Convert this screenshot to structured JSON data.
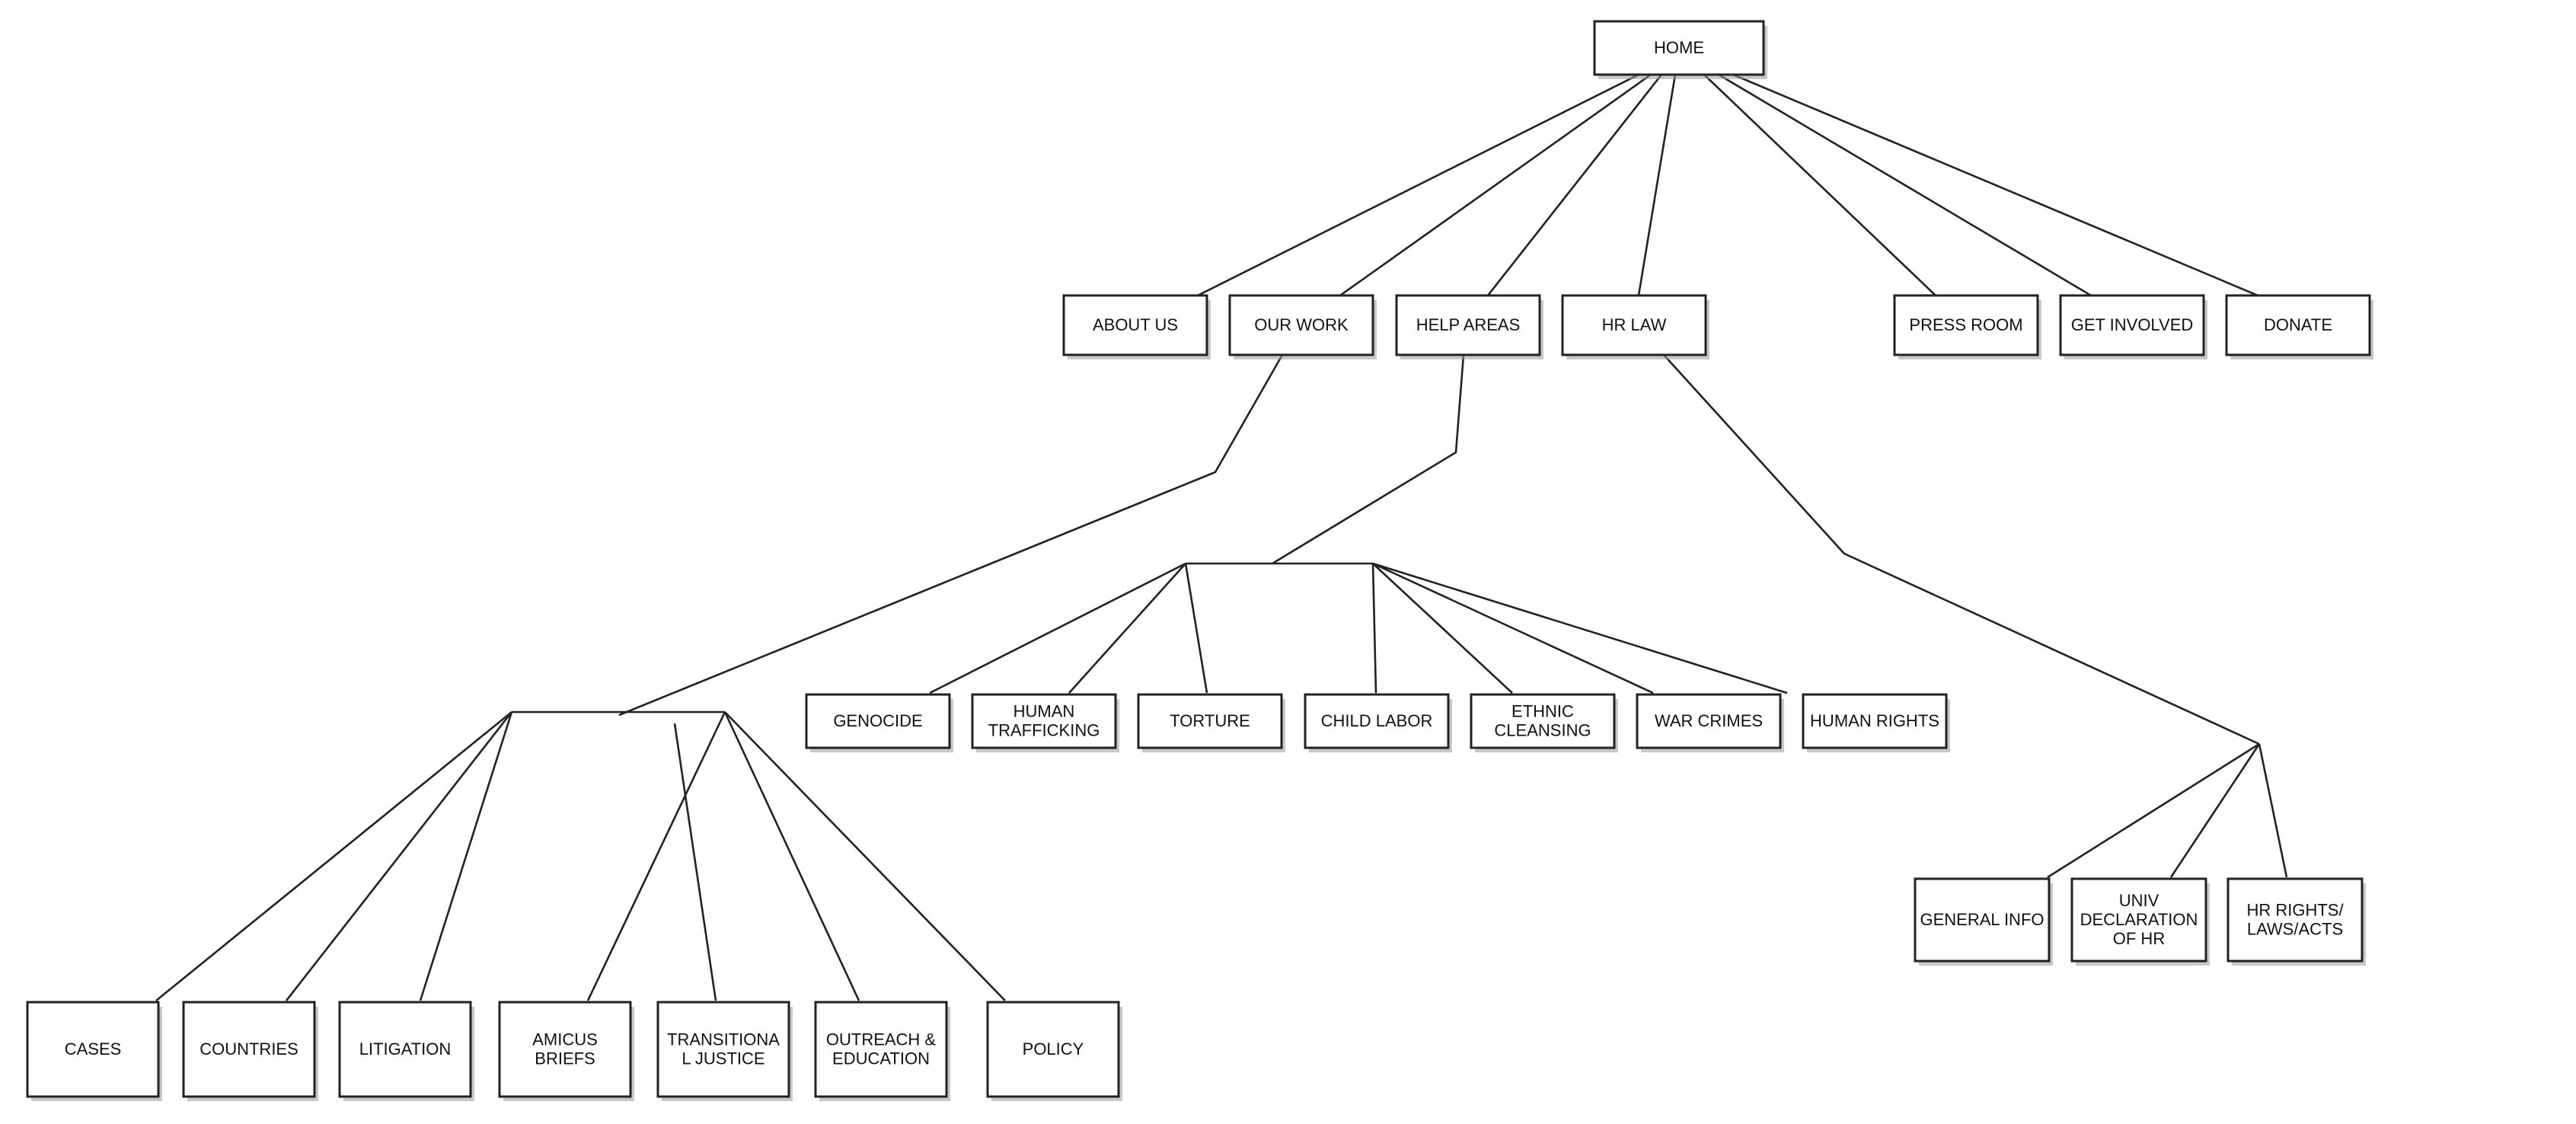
{
  "sitemap": {
    "home": {
      "id": "home",
      "label": "HOME"
    },
    "top_level": [
      {
        "id": "about-us",
        "label": "ABOUT US"
      },
      {
        "id": "our-work",
        "label": "OUR WORK"
      },
      {
        "id": "help-areas",
        "label": "HELP AREAS"
      },
      {
        "id": "hr-law",
        "label": "HR LAW"
      },
      {
        "id": "press-room",
        "label": "PRESS ROOM"
      },
      {
        "id": "get-involved",
        "label": "GET INVOLVED"
      },
      {
        "id": "donate",
        "label": "DONATE"
      }
    ],
    "our_work_children": [
      {
        "id": "cases",
        "label": "CASES"
      },
      {
        "id": "countries",
        "label": "COUNTRIES"
      },
      {
        "id": "litigation",
        "label": "LITIGATION"
      },
      {
        "id": "amicus-briefs",
        "label": "AMICUS BRIEFS",
        "lines": [
          "AMICUS",
          "BRIEFS"
        ]
      },
      {
        "id": "transitional-justice",
        "label": "TRANSITIONAL JUSTICE",
        "lines": [
          "TRANSITIONA",
          "L JUSTICE"
        ]
      },
      {
        "id": "outreach-education",
        "label": "OUTREACH & EDUCATION",
        "lines": [
          "OUTREACH &",
          "EDUCATION"
        ]
      },
      {
        "id": "policy",
        "label": "POLICY"
      }
    ],
    "help_areas_children": [
      {
        "id": "genocide",
        "label": "GENOCIDE"
      },
      {
        "id": "human-trafficking",
        "label": "HUMAN TRAFFICKING",
        "lines": [
          "HUMAN",
          "TRAFFICKING"
        ]
      },
      {
        "id": "torture",
        "label": "TORTURE"
      },
      {
        "id": "child-labor",
        "label": "CHILD LABOR"
      },
      {
        "id": "ethnic-cleansing",
        "label": "ETHNIC CLEANSING",
        "lines": [
          "ETHNIC",
          "CLEANSING"
        ]
      },
      {
        "id": "war-crimes",
        "label": "WAR CRIMES"
      },
      {
        "id": "human-rights",
        "label": "HUMAN RIGHTS"
      }
    ],
    "hr_law_children": [
      {
        "id": "general-info",
        "label": "GENERAL INFO"
      },
      {
        "id": "univ-declaration-of-hr",
        "label": "UNIV DECLARATION OF HR",
        "lines": [
          "UNIV",
          "DECLARATION",
          "OF HR"
        ]
      },
      {
        "id": "hr-rights-laws-acts",
        "label": "HR RIGHTS/ LAWS/ACTS",
        "lines": [
          "HR RIGHTS/",
          "LAWS/ACTS"
        ]
      }
    ]
  }
}
